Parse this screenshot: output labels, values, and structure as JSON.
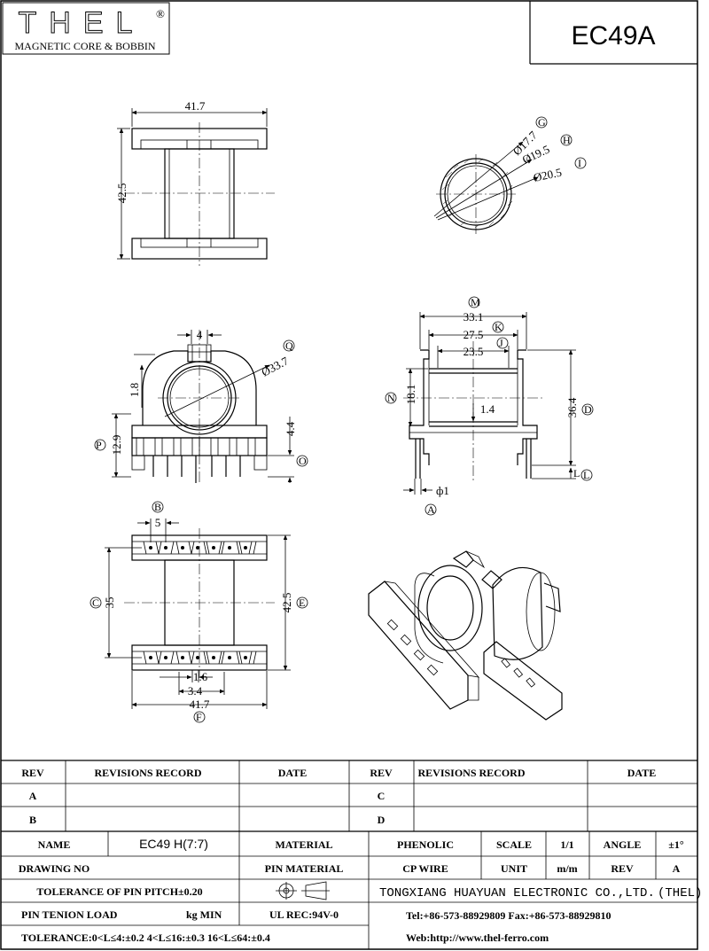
{
  "header": {
    "logo_text": "THEL",
    "registered": "®",
    "logo_subtitle": "MAGNETIC CORE & BOBBIN",
    "part_number": "EC49A"
  },
  "dimensions": {
    "side_width": "41.7",
    "side_height": "42.5",
    "d_g": "Ø17.7",
    "d_h": "Ø19.5",
    "d_i": "Ø20.5",
    "tab_width": "4",
    "d_q": "Ø33.7",
    "flange_thk": "1.8",
    "p_height": "12.9",
    "o_height": "4.4",
    "m_width": "33.1",
    "k_width": "27.5",
    "j_width": "23.5",
    "n_height": "18.1",
    "wall": "1.4",
    "d_height": "36.4",
    "pin_dia": "ф1",
    "b_pitch": "5",
    "c_height": "35",
    "e_height": "42.5",
    "slot_w": "1.6",
    "slot_pitch": "3.4",
    "f_width": "41.7"
  },
  "letters": {
    "G": "G",
    "H": "H",
    "I": "I",
    "Q": "Q",
    "P": "P",
    "O": "O",
    "M": "M",
    "K": "K",
    "J": "J",
    "N": "N",
    "D": "D",
    "L": "L",
    "A": "A",
    "B": "B",
    "C": "C",
    "E": "E",
    "F": "F"
  },
  "revisions": {
    "h_rev": "REV",
    "h_record": "REVISIONS RECORD",
    "h_date": "DATE",
    "rev_a": "A",
    "rev_b": "B",
    "rev_c": "C",
    "rev_d": "D"
  },
  "spec": {
    "name_label": "NAME",
    "name_value": "EC49 H(7:7)",
    "material_label": "MATERIAL",
    "material_value": "PHENOLIC",
    "scale_label": "SCALE",
    "scale_value": "1/1",
    "angle_label": "ANGLE",
    "angle_value": "±1°",
    "drawing_no_label": "DRAWING NO",
    "pin_material_label": "PIN MATERIAL",
    "pin_material_value": "CP WIRE",
    "unit_label": "UNIT",
    "unit_value": "m/m",
    "rev_label": "REV",
    "rev_value": "A",
    "tolerance_pitch": "TOLERANCE OF PIN PITCH±0.20",
    "company": "TONGXIANG HUAYUAN ELECTRONIC CO.,LTD.",
    "company_short": "(THEL)",
    "pin_tension": "PIN TENION LOAD",
    "pin_tension_unit": "kg MIN",
    "ul": "UL REC:94V-0",
    "tel": "Tel:+86-573-88929809 Fax:+86-573-88929810",
    "tolerance": "TOLERANCE:0<L≤4:±0.2  4<L≤16:±0.3  16<L≤64:±0.4",
    "web": "Web:http://www.thel-ferro.com"
  }
}
